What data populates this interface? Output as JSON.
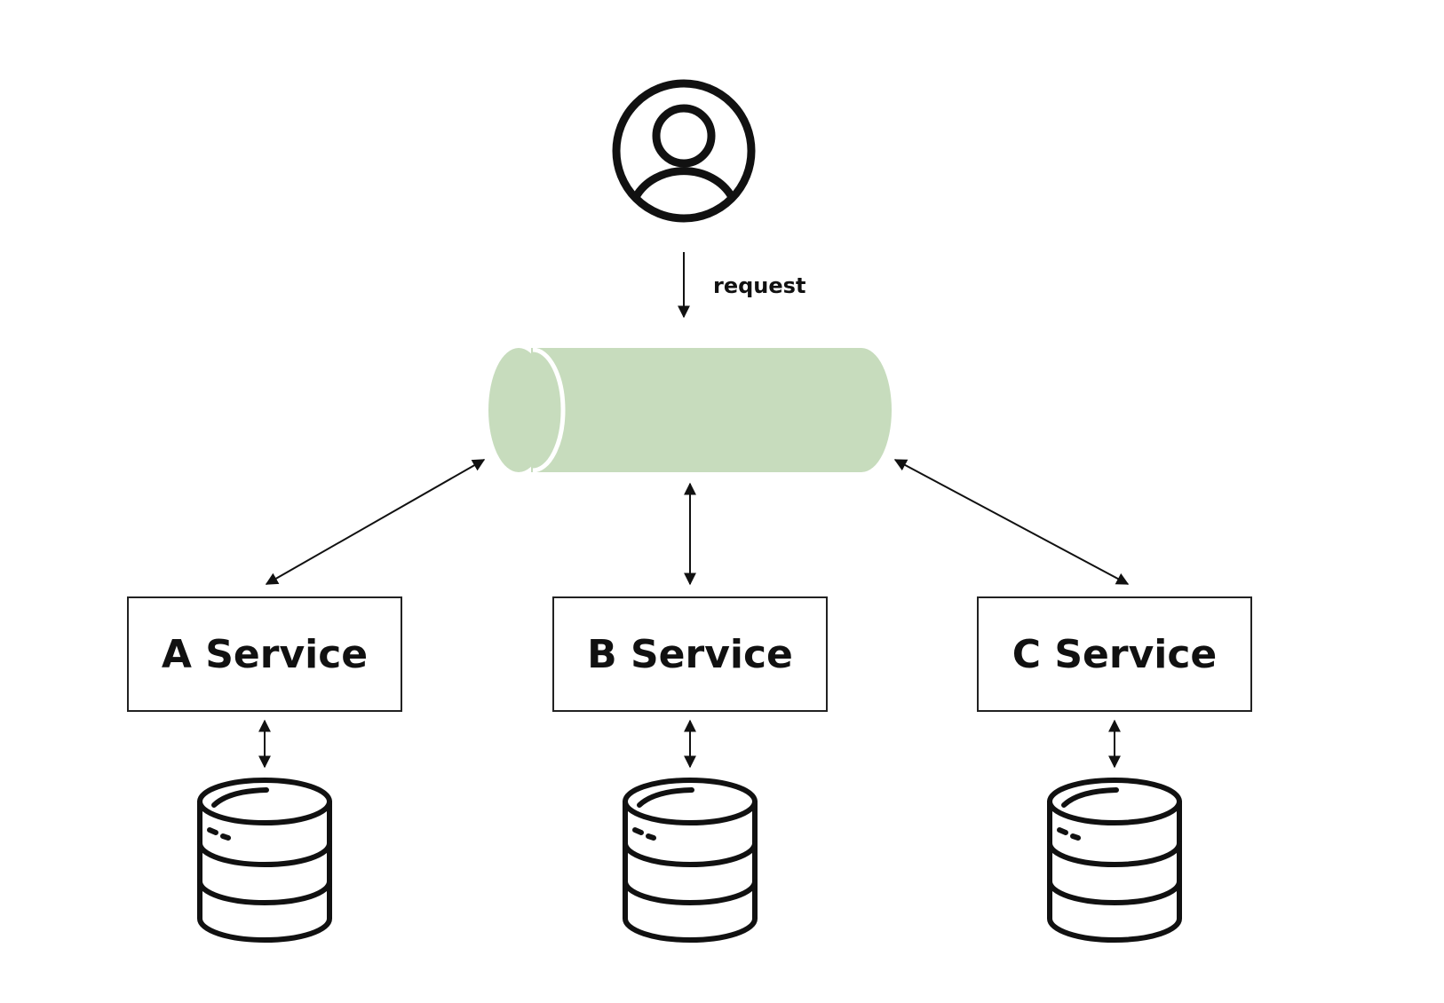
{
  "colors": {
    "queue_fill": "#c7dcbd",
    "queue_highlight": "#ffffff",
    "stroke": "#111111",
    "background": "#ffffff"
  },
  "user": {
    "icon": "user-circle-icon"
  },
  "request_edge": {
    "label": "request"
  },
  "queue": {
    "icon": "message-queue-cylinder"
  },
  "services": [
    {
      "label": "A Service",
      "db_icon": "database-icon"
    },
    {
      "label": "B Service",
      "db_icon": "database-icon"
    },
    {
      "label": "C Service",
      "db_icon": "database-icon"
    }
  ]
}
